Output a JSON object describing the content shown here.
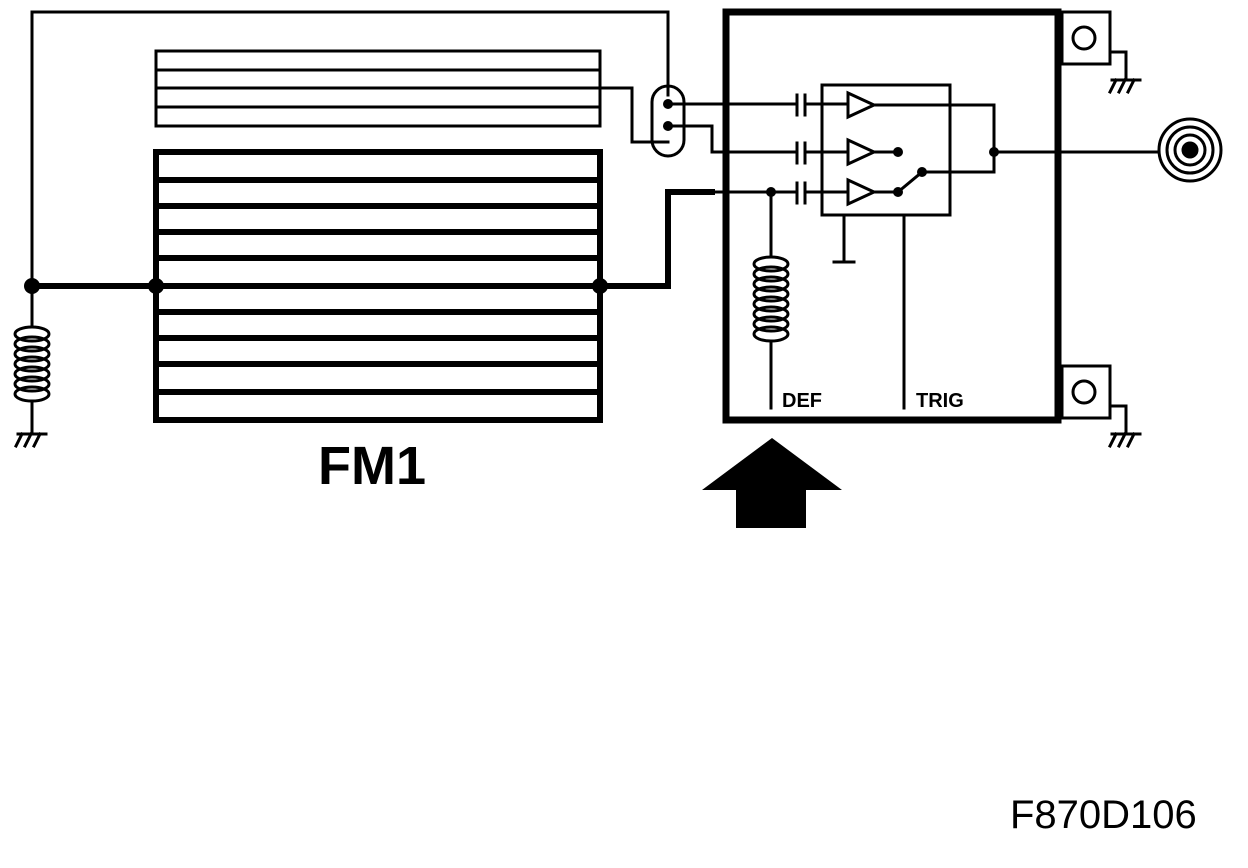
{
  "labels": {
    "antenna": "FM1",
    "def": "DEF",
    "trig": "TRIG",
    "figure_code": "F870D106"
  },
  "colors": {
    "ink": "#000000",
    "paper": "#ffffff"
  },
  "icons": {
    "coil": "coil-icon",
    "ground": "ground-icon",
    "capacitor": "capacitor-icon",
    "amplifier": "amplifier-triangle-icon",
    "coax_connector": "coax-connector-icon",
    "arrow": "up-arrow-icon"
  }
}
